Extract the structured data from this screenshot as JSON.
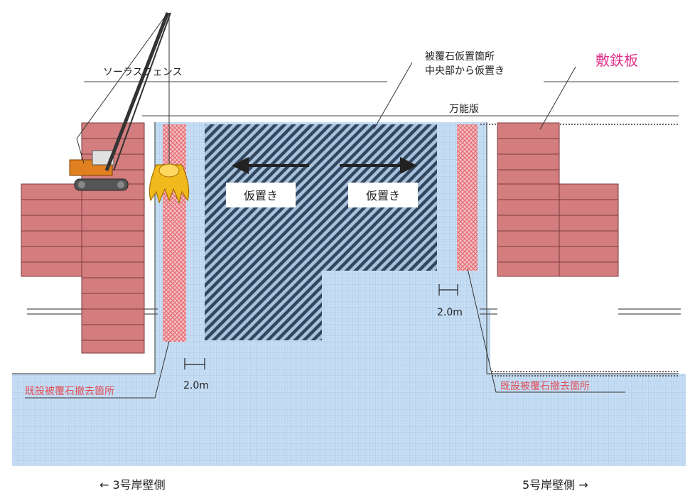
{
  "labels": {
    "solar_fence": "ソーラスフェンス",
    "cover_stone_temp_1": "被覆石仮置箇所",
    "cover_stone_temp_2": "中央部から仮置き",
    "steel_plate": "敷鉄板",
    "universal_plate": "万能版",
    "temp_place_left": "仮置き",
    "temp_place_right": "仮置き",
    "dim_left": "2.0m",
    "dim_right": "2.0m",
    "removal_left": "既設被覆石撤去箇所",
    "removal_right": "既設被覆石撤去箇所",
    "side_left": "← 3号岸壁側",
    "side_right": "5号岸壁側 →"
  },
  "colors": {
    "water": "#c4dcf3",
    "steel_plate": "#d77f80",
    "removal_hatch": "#ea7e84",
    "stone_hatch": "#3b4d62",
    "crane": "#e08020",
    "grab": "#f2b91c"
  },
  "icons": {
    "crane": "crawler-crane-icon",
    "grab": "grab-bucket-icon"
  }
}
